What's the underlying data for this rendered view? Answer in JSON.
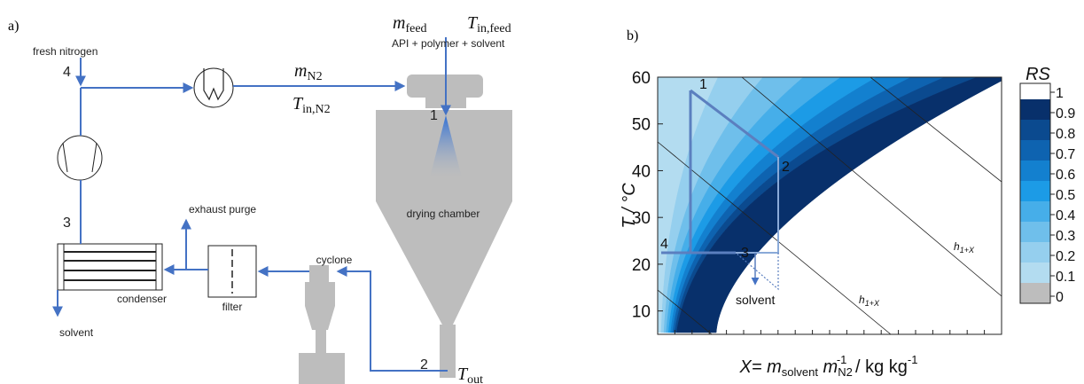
{
  "panel_a": {
    "label": "a)",
    "feed_m": "m",
    "feed_m_sub": "feed",
    "feed_t": "T",
    "feed_t_sub": "in,feed",
    "feed_desc": "API + polymer + solvent",
    "fresh_nitrogen": "fresh nitrogen",
    "n2_m": "m",
    "n2_m_sub": "N2",
    "n2_t": "T",
    "n2_t_sub": "in,N2",
    "exhaust_purge": "exhaust purge",
    "drying_chamber": "drying chamber",
    "cyclone": "cyclone",
    "condenser": "condenser",
    "filter": "filter",
    "solvent": "solvent",
    "t_out": "T",
    "t_out_sub": "out",
    "state_labels": [
      "1",
      "2",
      "3",
      "4"
    ],
    "line_color": "#4472c4",
    "equipment_gray": "#bdbdbd"
  },
  "panel_b": {
    "label": "b)",
    "solvent_label": "solvent",
    "isenthalpic_label": "h",
    "isenthalpic_sub": "1+X",
    "state_labels": [
      "1",
      "2",
      "3",
      "4"
    ]
  },
  "chart_data": {
    "type": "heatmap",
    "ylabel": "T / °C",
    "xlabel_prefix": "X= m",
    "xlabel_sub1": "solvent",
    "xlabel_m2": " m",
    "xlabel_sub2": "N2",
    "xlabel_sup2": "-1",
    "xlabel_units": " / kg kg",
    "xlabel_units_sup": "-1",
    "ylim": [
      5,
      60
    ],
    "yticks": [
      10,
      20,
      30,
      40,
      50,
      60
    ],
    "colorbar": {
      "title": "RS",
      "ticks": [
        "1",
        "0.9",
        "0.8",
        "0.7",
        "0.6",
        "0.5",
        "0.4",
        "0.3",
        "0.2",
        "0.1",
        "0"
      ],
      "colors": [
        "#ffffff",
        "#08306b",
        "#0b4a8f",
        "#0e63b0",
        "#1380cf",
        "#1c9be6",
        "#46aee9",
        "#6fbfeb",
        "#95cfee",
        "#b3dcf0",
        "#bdbdbd"
      ]
    },
    "cycle": [
      {
        "state": "1",
        "T": 57
      },
      {
        "state": "2",
        "T": 42
      },
      {
        "state": "3",
        "T": 20
      },
      {
        "state": "4",
        "T": 20
      }
    ],
    "condensation_end_T": 12,
    "grid": false
  }
}
